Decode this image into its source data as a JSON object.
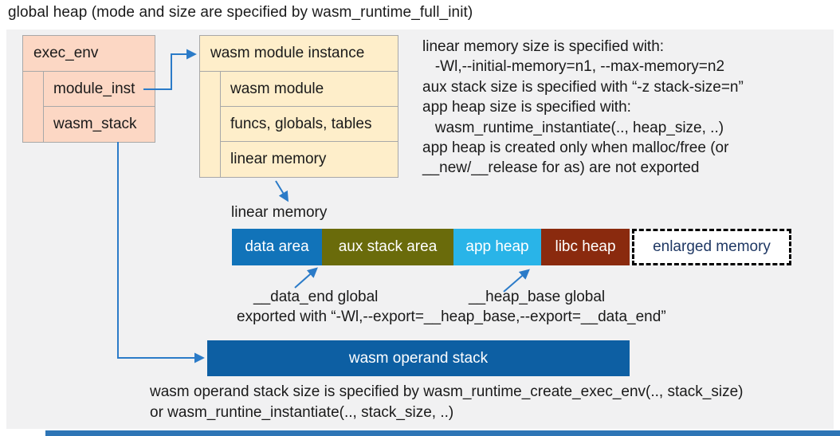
{
  "title": "global heap (mode and size are specified by wasm_runtime_full_init)",
  "exec_env": {
    "header": "exec_env",
    "fields": [
      "module_inst",
      "wasm_stack"
    ]
  },
  "module_instance": {
    "header": "wasm module instance",
    "fields": [
      "wasm module",
      "funcs, globals, tables",
      "linear memory"
    ]
  },
  "notes_right": {
    "lines": [
      "linear memory size is specified with:",
      "   -Wl,--initial-memory=n1, --max-memory=n2",
      "aux stack size is specified with “-z stack-size=n”",
      "app heap size is specified with:",
      "   wasm_runtime_instantiate(.., heap_size, ..)",
      "app heap is created only when malloc/free (or",
      "__new/__release for as) are not exported"
    ]
  },
  "linear_memory": {
    "label": "linear memory",
    "segments": [
      {
        "label": "data area",
        "color": "#1173b9"
      },
      {
        "label": "aux stack area",
        "color": "#6a6b0b"
      },
      {
        "label": "app heap",
        "color": "#29b4e8"
      },
      {
        "label": "libc heap",
        "color": "#8a2a0e"
      },
      {
        "label": "enlarged memory",
        "color": "#ffffff",
        "text_color": "#1f3864",
        "border": "dashed"
      }
    ],
    "data_end_label": "__data_end global",
    "heap_base_label": "__heap_base global",
    "export_note": "exported with “-Wl,--export=__heap_base,--export=__data_end”"
  },
  "operand_stack": {
    "label": "wasm operand stack",
    "note_lines": [
      "wasm operand stack size is specified by wasm_runtime_create_exec_env(.., stack_size)",
      "or wasm_runtine_instantiate(.., stack_size, ..)"
    ]
  },
  "colors": {
    "panel_bg": "#f1f1f2",
    "exec_env_fill": "#fcd7c4",
    "module_instance_fill": "#feeeca",
    "box_border": "#a8a8a8",
    "arrow": "#2b7bc8",
    "operand_stack_fill": "#0d5fa3",
    "footer_bar": "#2e75b6"
  }
}
